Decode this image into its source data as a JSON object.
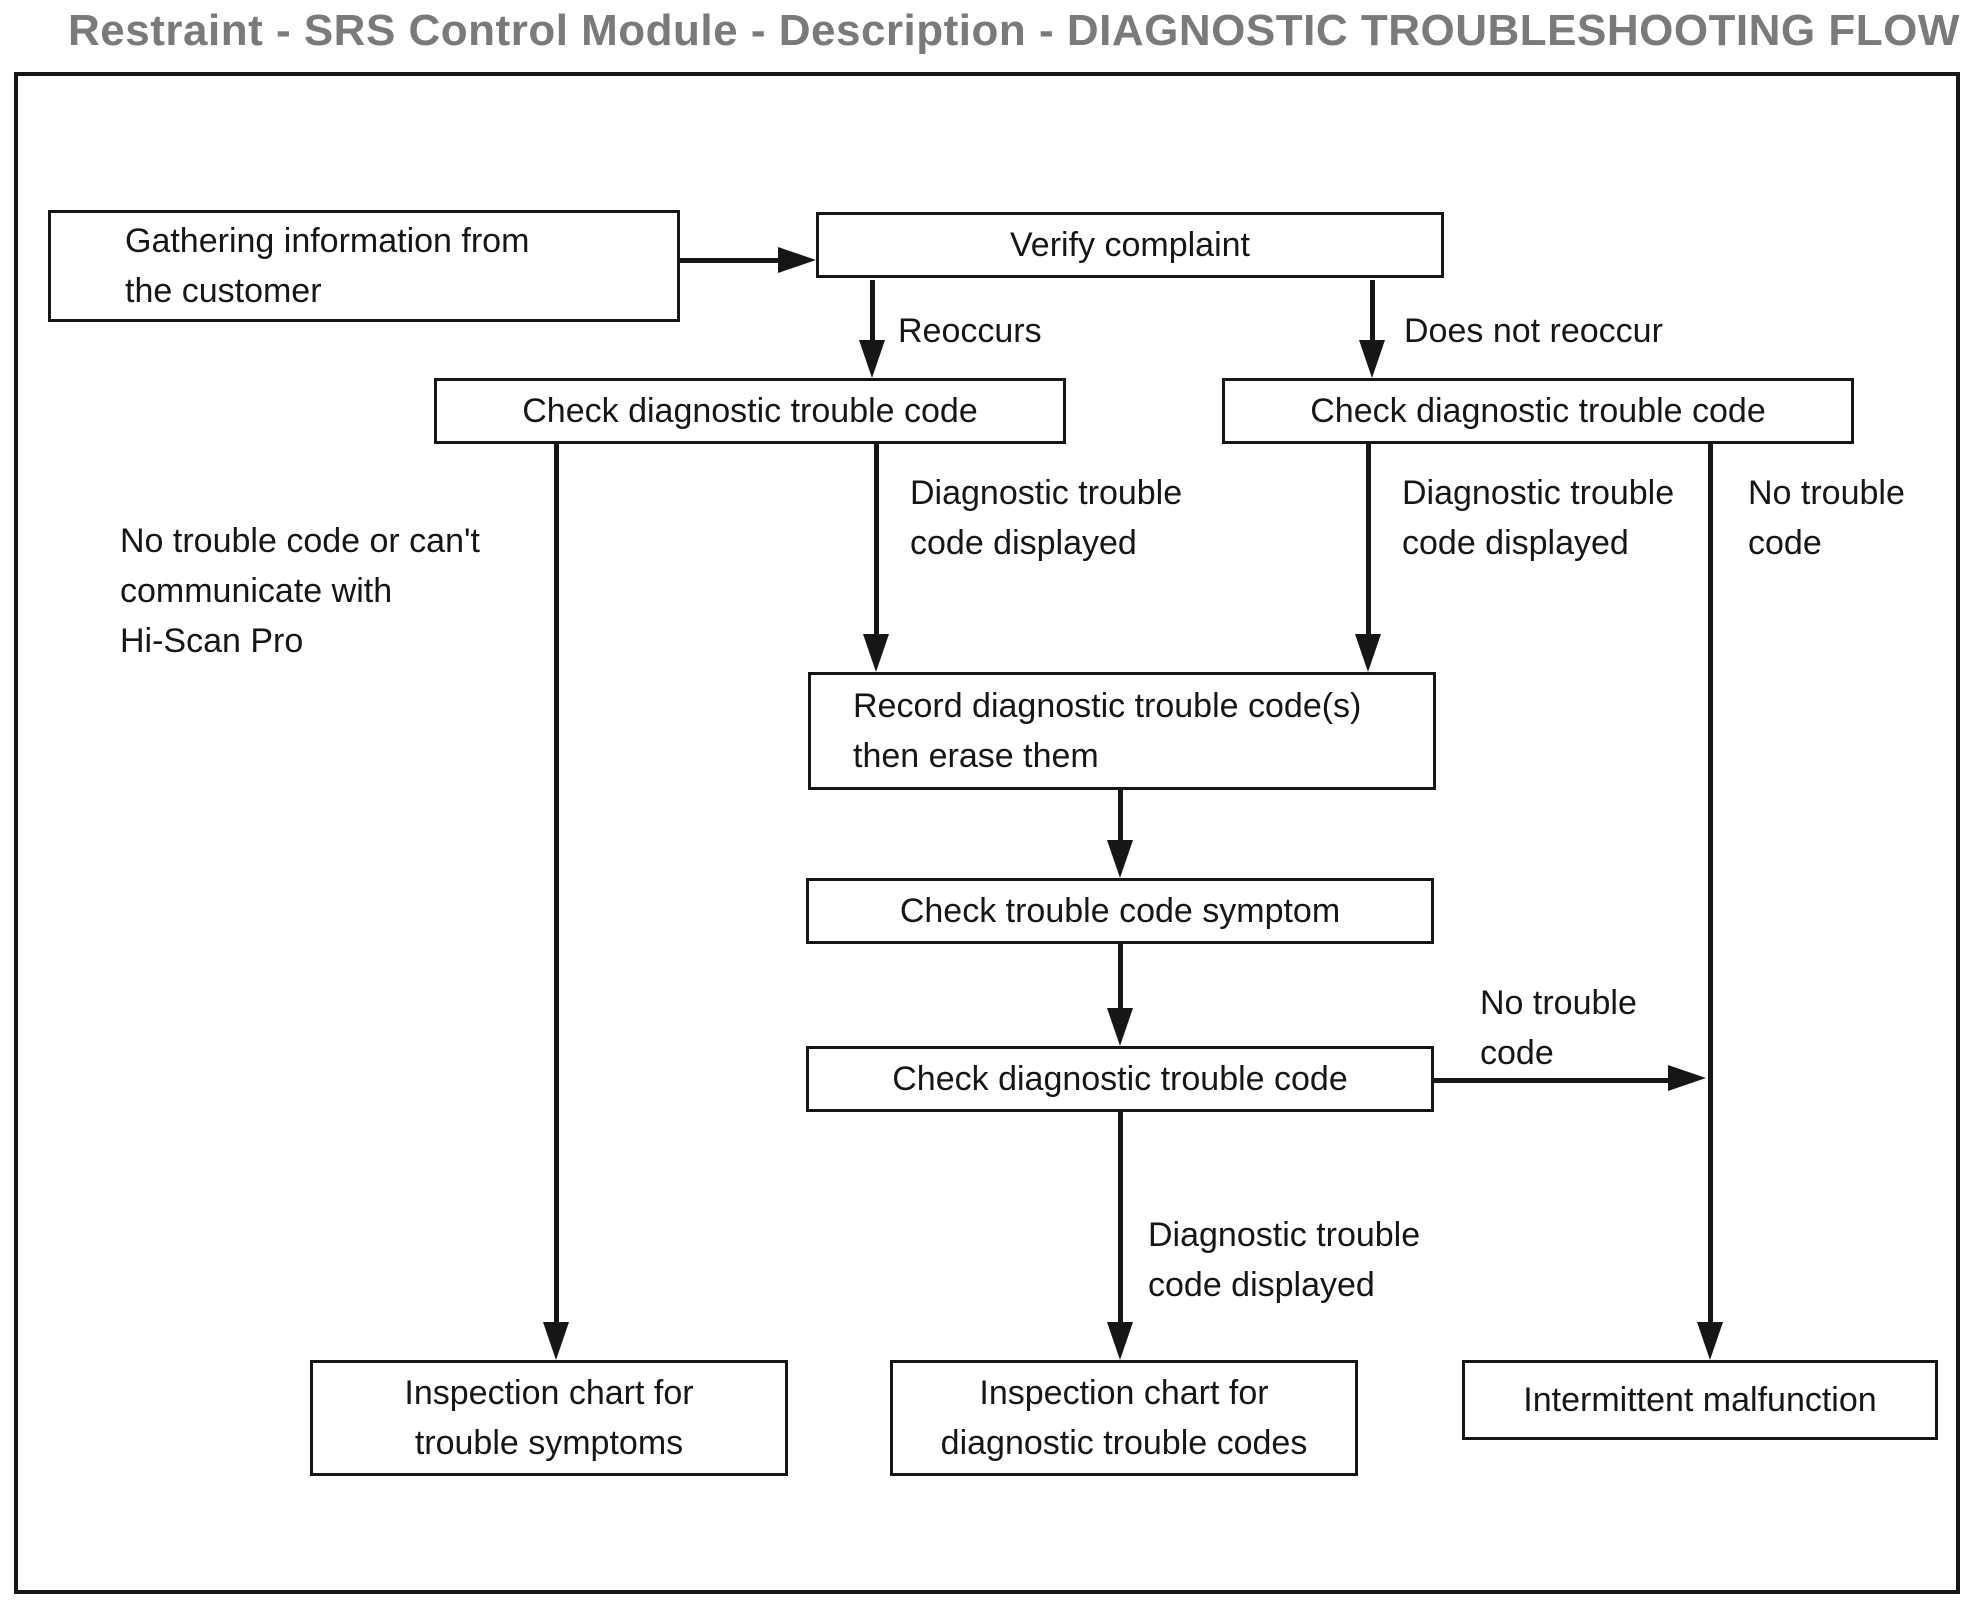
{
  "title": "Restraint - SRS Control Module - Description - DIAGNOSTIC TROUBLESHOOTING FLOW",
  "colors": {
    "line": "#161616",
    "title_gray": "#7a7a7a",
    "background": "#ffffff"
  },
  "nodes": {
    "gathering": {
      "lines": [
        "Gathering information from",
        "the customer"
      ]
    },
    "verify": {
      "label": "Verify complaint"
    },
    "check_left": {
      "label": "Check diagnostic trouble code"
    },
    "check_right": {
      "label": "Check diagnostic trouble code"
    },
    "record": {
      "lines": [
        "Record diagnostic trouble code(s)",
        "then erase them"
      ]
    },
    "symptom": {
      "label": "Check trouble code symptom"
    },
    "check_bottom": {
      "label": "Check diagnostic trouble code"
    },
    "inspection_symptoms": {
      "lines": [
        "Inspection chart for",
        "trouble symptoms"
      ]
    },
    "inspection_codes": {
      "lines": [
        "Inspection chart for",
        "diagnostic trouble codes"
      ]
    },
    "intermittent": {
      "label": "Intermittent malfunction"
    }
  },
  "edge_labels": {
    "reoccurs": "Reoccurs",
    "does_not_reoccur": "Does not reoccur",
    "no_trouble_left": [
      "No trouble code or can't",
      "communicate with",
      "Hi-Scan Pro"
    ],
    "dtc_displayed_left": [
      "Diagnostic trouble",
      "code displayed"
    ],
    "dtc_displayed_right": [
      "Diagnostic trouble",
      "code displayed"
    ],
    "no_trouble_right": [
      "No trouble",
      "code"
    ],
    "no_trouble_mid": [
      "No trouble",
      "code"
    ],
    "dtc_displayed_bottom": [
      "Diagnostic trouble",
      "code displayed"
    ]
  }
}
